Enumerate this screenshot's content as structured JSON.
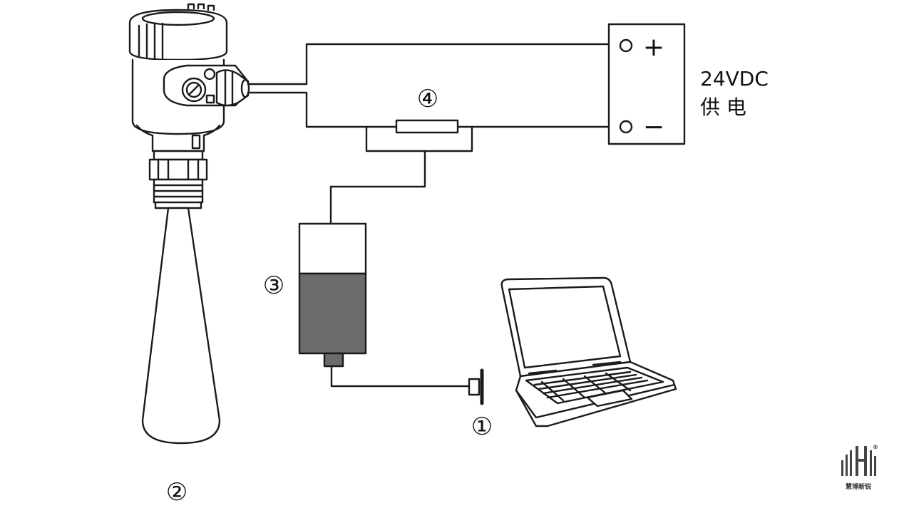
{
  "labels": {
    "usb_connector": "①",
    "radar_sensor": "②",
    "hart_modem": "③",
    "resistor": "④"
  },
  "power": {
    "voltage": "24VDC",
    "caption": "供 电",
    "plus": "+",
    "minus": "−"
  },
  "logo": {
    "name": "慧博新锐",
    "registered": "®"
  },
  "colors": {
    "line": "#1a1a1a",
    "modem_fill": "#6b6b6b",
    "background": "#ffffff"
  }
}
